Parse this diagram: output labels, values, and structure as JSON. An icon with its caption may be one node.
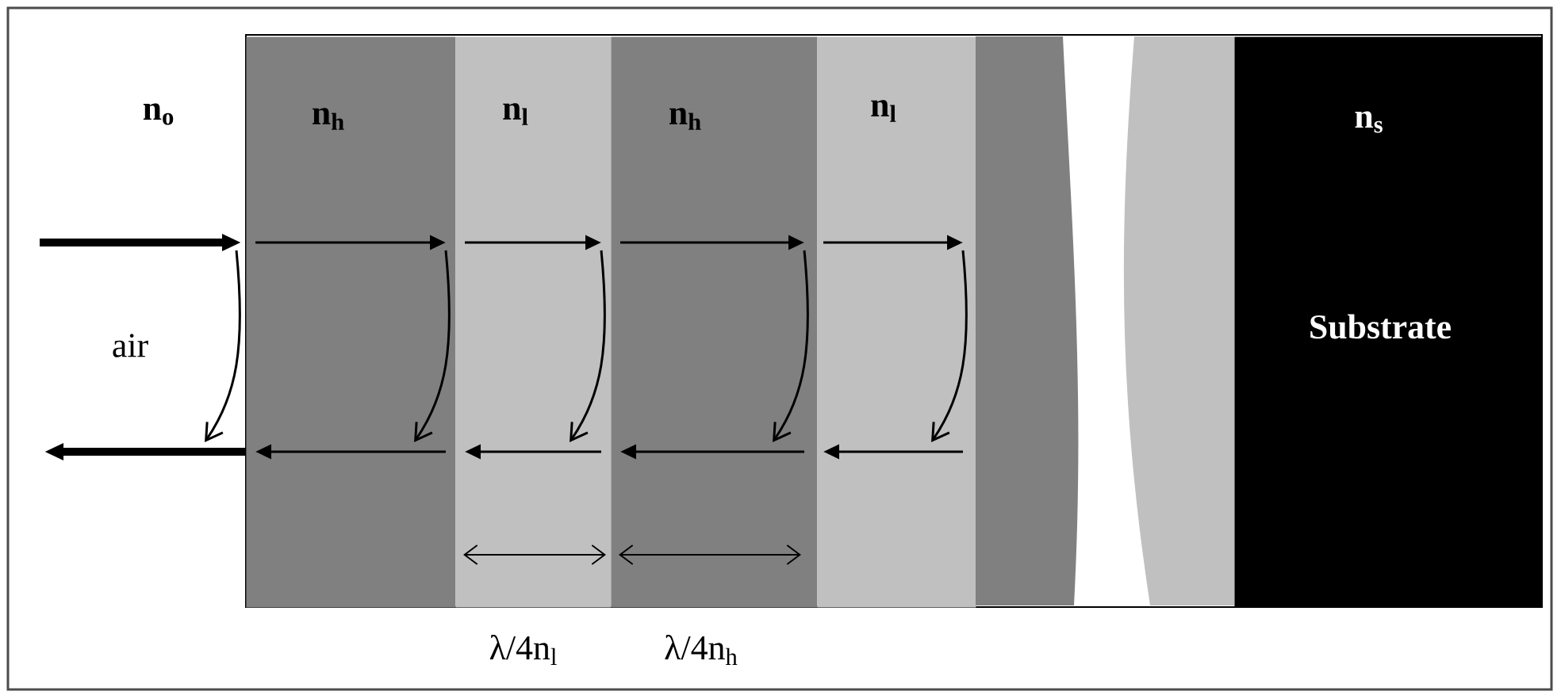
{
  "diagram": {
    "nodes": [
      {
        "text": [
          "n$_{h}$"
        ]
      },
      {
        "text": [
          "n$_{l}$"
        ]
      },
      {
        "text": [
          "n$_{h}$"
        ]
      },
      {
        "text": [
          "n$_{l}$"
        ]
      },
      {
        "text": [],
        "shape": "band"
      },
      {
        "text": [],
        "shape": "band"
      },
      {
        "text": [
          "n$_{s}$",
          "Substrate"
        ]
      }
    ],
    "labels": [
      "n$_{o}$",
      "air",
      "λ/4n$_{l}$",
      "λ/4n$_{h}$"
    ]
  }
}
